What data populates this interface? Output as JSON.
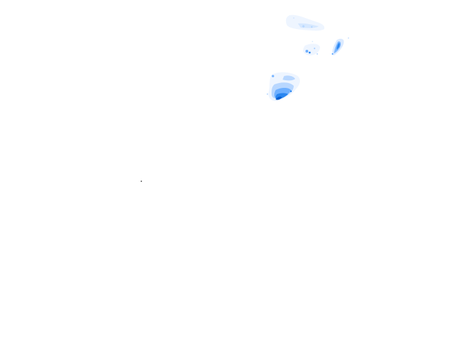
{
  "map": {
    "background": "#ffffff",
    "legend_colors": {
      "very_light": "#eaf3ff",
      "light": "#b8d7ff",
      "medium": "#6fb0ff",
      "strong": "#2a86f0",
      "heavy": "#0a5fd0"
    },
    "features": [
      "precipitation-echo-north",
      "precipitation-echo-northeast",
      "precipitation-echo-east",
      "precipitation-echo-central",
      "radar-site-marker"
    ]
  }
}
